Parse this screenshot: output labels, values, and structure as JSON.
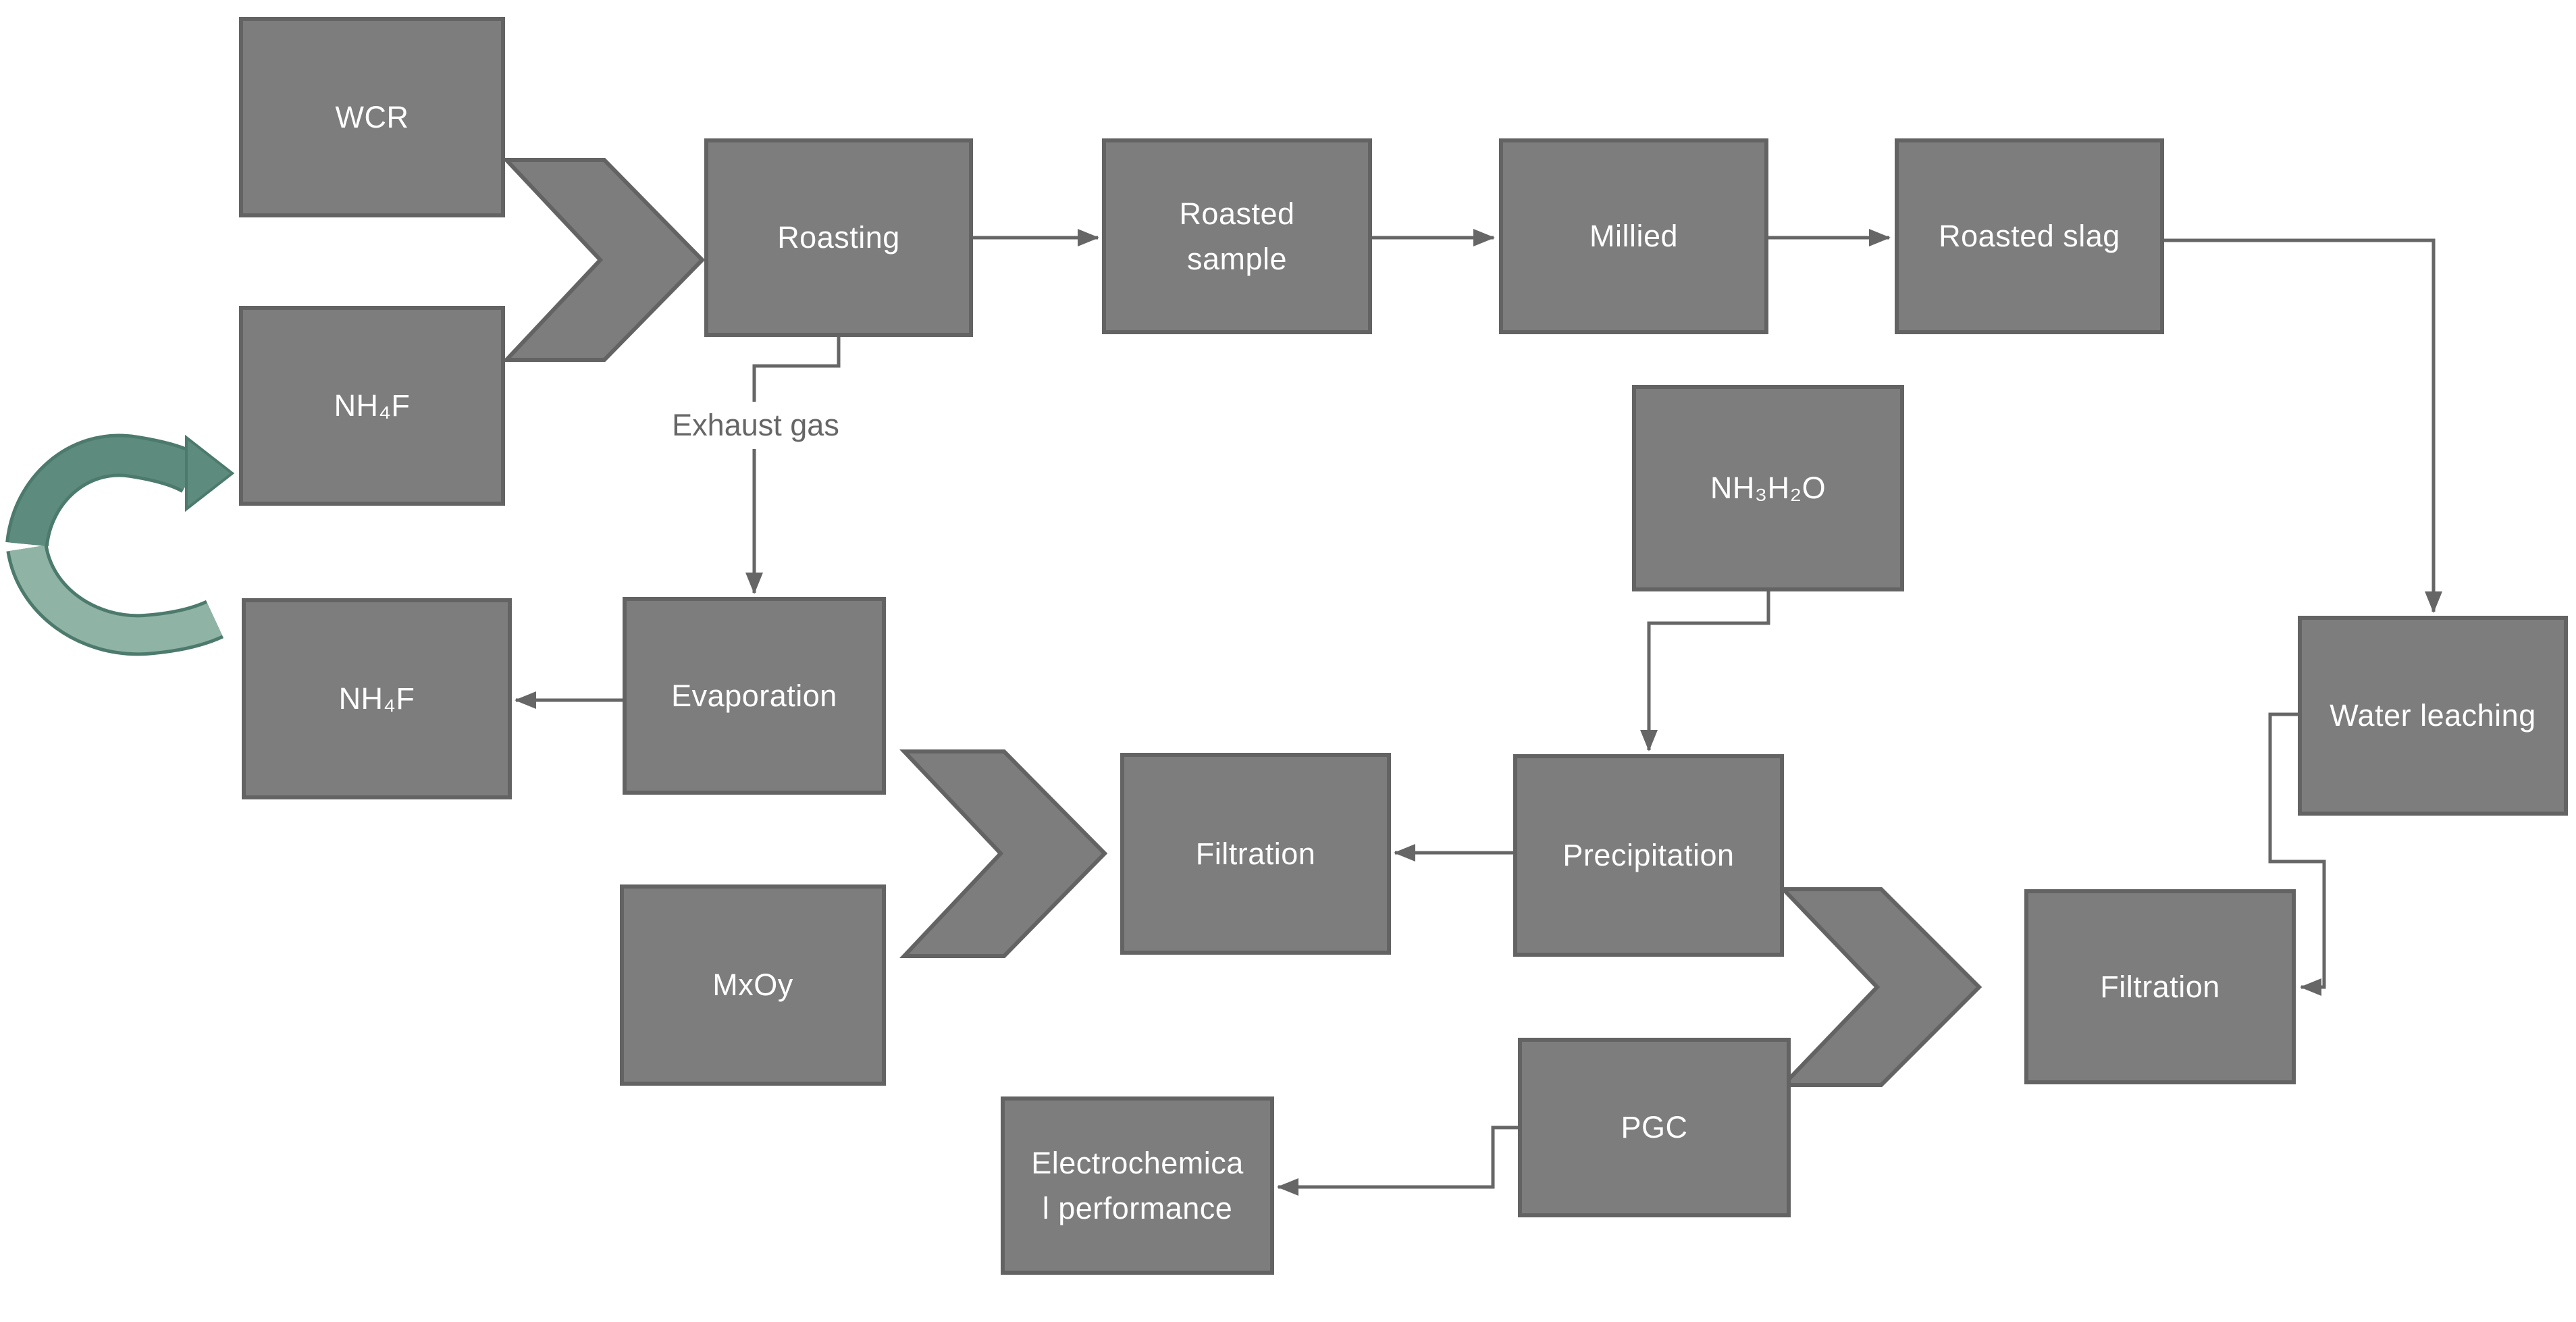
{
  "diagram_type": "process-flowchart",
  "colors": {
    "canvas_bg": "#ffffff",
    "box_fill": "#7d7d7d",
    "box_border": "#636363",
    "connector": "#666666",
    "node_text": "#ffffff",
    "annotation_text": "#666666",
    "green_dark": "#5d8b7d",
    "green_light": "#8fb3a4",
    "green_outline": "#4c7a6c"
  },
  "nodes": {
    "wcr": {
      "label": "WCR"
    },
    "nh4f_top": {
      "label": "NH₄F"
    },
    "roasting": {
      "label": "Roasting"
    },
    "roasted_sample": {
      "label": "Roasted\nsample"
    },
    "millied": {
      "label": "Millied"
    },
    "roasted_slag": {
      "label": "Roasted slag"
    },
    "nh3h2o": {
      "label": "NH₃H₂O"
    },
    "nh4f_recycled": {
      "label": "NH₄F"
    },
    "evaporation": {
      "label": "Evaporation"
    },
    "water_leaching": {
      "label": "Water leaching"
    },
    "filtration_mid": {
      "label": "Filtration"
    },
    "precipitation": {
      "label": "Precipitation"
    },
    "mxoy": {
      "label": "MxOy"
    },
    "filtration_right": {
      "label": "Filtration"
    },
    "pgc": {
      "label": "PGC"
    },
    "electrochemical": {
      "label": "Electrochemica\nl performance"
    }
  },
  "annotations": {
    "exhaust_gas": "Exhaust gas"
  },
  "icons": {
    "recycle_arrow": "curved-right-arrow"
  }
}
